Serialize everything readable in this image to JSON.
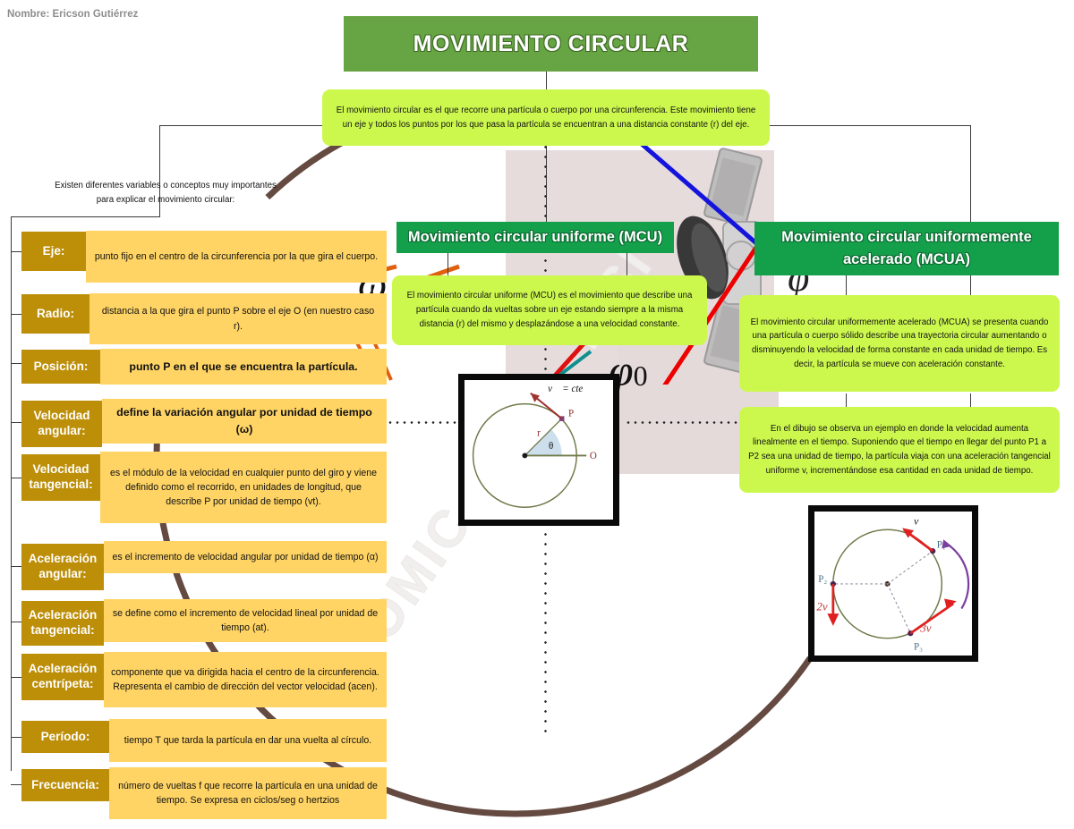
{
  "header": {
    "student_name_label": "Nombre: Ericson Gutiérrez",
    "title": "MOVIMIENTO CIRCULAR"
  },
  "intro": {
    "text": "El movimiento circular es el que recorre una partícula o cuerpo por una circunferencia. Este movimiento tiene un eje y todos los puntos por los que pasa la partícula se encuentran a una distancia constante (r) del eje."
  },
  "left_branch": {
    "note": "Existen diferentes variables o conceptos muy importantes para explicar el movimiento circular:",
    "concepts": [
      {
        "label": "Eje:",
        "desc": "punto fijo en el centro de la circunferencia por la que gira el cuerpo."
      },
      {
        "label": "Radio:",
        "desc": "distancia a la que gira el punto P sobre el eje O (en nuestro caso r)."
      },
      {
        "label": "Posición:",
        "desc": "punto P en el que se encuentra la partícula."
      },
      {
        "label": "Velocidad angular:",
        "desc": "define la variación angular por unidad de tiempo (ω)"
      },
      {
        "label": "Velocidad tangencial:",
        "desc": "es el módulo de la velocidad en cualquier punto del giro y viene definido como el recorrido, en unidades de longitud, que describe P por unidad de tiempo (vt)."
      },
      {
        "label": "Aceleración angular:",
        "desc": "es el incremento de velocidad angular por unidad de tiempo (α)"
      },
      {
        "label": "Aceleración tangencial:",
        "desc": "se define como el incremento de velocidad lineal por unidad de tiempo (at)."
      },
      {
        "label": "Aceleración centrípeta:",
        "desc": "componente que va dirigida hacia el centro de la circunferencia. Representa el cambio de dirección del vector velocidad (acen)."
      },
      {
        "label": "Período:",
        "desc": "tiempo T que tarda la partícula en dar una vuelta al círculo."
      },
      {
        "label": "Frecuencia:",
        "desc": "número de vueltas f que recorre la partícula en una unidad de tiempo. Se expresa en ciclos/seg o hertzios"
      }
    ]
  },
  "mcu": {
    "heading": "Movimiento circular uniforme (MCU)",
    "description": "El movimiento circular uniforme (MCU) es el movimiento que describe una partícula cuando da vueltas sobre un eje estando siempre a la misma distancia (r) del mismo y desplazándose a una velocidad constante.",
    "figure": {
      "labels": {
        "velocity": "v⃗ = cte",
        "point": "P",
        "radius": "r",
        "angle": "θ",
        "origin": "O"
      }
    }
  },
  "mcua": {
    "heading": "Movimiento circular uniformemente acelerado (MCUA)",
    "description": "El movimiento circular uniformemente acelerado (MCUA) se presenta cuando una partícula o cuerpo sólido describe una trayectoria circular aumentando o disminuyendo la velocidad de forma constante en cada unidad de tiempo. Es decir, la partícula se mueve con aceleración constante.",
    "example": "En el dibujo se observa un ejemplo en donde la velocidad aumenta linealmente en el tiempo. Suponiendo que el tiempo en llegar del punto P1 a P2 sea una unidad de tiempo, la partícula viaja con una aceleración tangencial uniforme v, incrementándose esa cantidad en cada unidad de tiempo.",
    "figure": {
      "labels": {
        "p1": "P₁",
        "p2": "P₂",
        "p3": "P₃",
        "v1": "v⃗",
        "v2": "2v⃗",
        "v3": "3v⃗"
      }
    }
  },
  "background": {
    "watermark": "OMIC.COM - FISI",
    "omega_symbol": "ω",
    "phi_symbol": "φ",
    "phi_subscript": "0"
  },
  "colors": {
    "title_green": "#67a444",
    "heading_green": "#14a04a",
    "lime": "#ccf84e",
    "label_gold": "#bd8e08",
    "desc_amber": "#ffd464",
    "arc_brown": "#5d4037"
  }
}
